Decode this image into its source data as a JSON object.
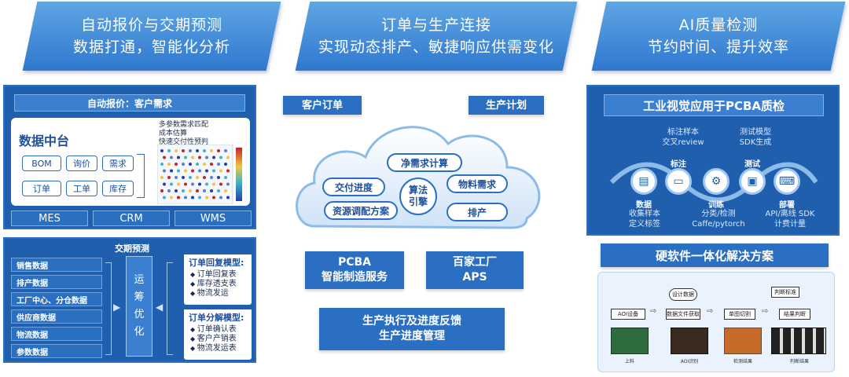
{
  "banners": [
    {
      "line1": "自动报价与交期预测",
      "line2": "数据打通，智能化分析"
    },
    {
      "line1": "订单与生产连接",
      "line2": "实现动态排产、敏捷响应供需变化"
    },
    {
      "line1": "AI质量检测",
      "line2": "节约时间、提升效率"
    }
  ],
  "left": {
    "quote_title": "自动报价：客户需求",
    "platform_title": "数据中台",
    "chips": [
      "BOM",
      "询价",
      "需求",
      "订单",
      "工单",
      "库存"
    ],
    "bullets": [
      "多参数需求匹配",
      "成本估算",
      "快速交付性预判"
    ],
    "systems": [
      "MES",
      "CRM",
      "WMS"
    ],
    "delivery_title": "交期预测",
    "data_items": [
      "销售数据",
      "排产数据",
      "工厂中心、分仓数据",
      "供应商数据",
      "物流数据",
      "参数数据"
    ],
    "optimize": [
      "运",
      "筹",
      "优",
      "化"
    ],
    "reply_model": {
      "title": "订单回复模型:",
      "items": [
        "订单回复表",
        "库存透支表",
        "物流发运"
      ]
    },
    "split_model": {
      "title": "订单分解模型:",
      "items": [
        "订单确认表",
        "客户产销表",
        "物流发运表"
      ]
    }
  },
  "middle": {
    "customer_order": "客户订单",
    "production_plan": "生产计划",
    "cloud_items": [
      "净需求计算",
      "交付进度",
      "物料需求",
      "资源调配方案",
      "排产"
    ],
    "engine": [
      "算法",
      "引擎"
    ],
    "pcba": [
      "PCBA",
      "智能制造服务"
    ],
    "aps": [
      "百家工厂",
      "APS"
    ],
    "exec": [
      "生产执行及进度反馈",
      "生产进度管理"
    ]
  },
  "right": {
    "vision_title": "工业视觉应用于PCBA质检",
    "top_desc1": [
      "标注样本",
      "交叉review"
    ],
    "top_desc2": [
      "测试模型",
      "SDK生成"
    ],
    "steps": [
      "数据",
      "标注",
      "训练",
      "测试",
      "部署"
    ],
    "bottom_desc1": [
      "收集样本",
      "定义标签"
    ],
    "bottom_desc2": [
      "分类/检测",
      "Caffe/pytorch"
    ],
    "bottom_desc3": [
      "API/离线 SDK",
      "计费计量"
    ],
    "solution_title": "硬软件一体化解决方案",
    "flow": [
      "AOI设备",
      "数据文件获取",
      "单图切割",
      "结果判断",
      "设计数据",
      "判断标准"
    ],
    "pcb_labels": [
      "上料",
      "AOI识别",
      "检测结果",
      "判断结果"
    ]
  },
  "colors": {
    "primary": "#2b6fc2",
    "dark": "#1f5fae",
    "banner_top": "#5fa6e3",
    "light_bg": "#eaf3fd"
  }
}
